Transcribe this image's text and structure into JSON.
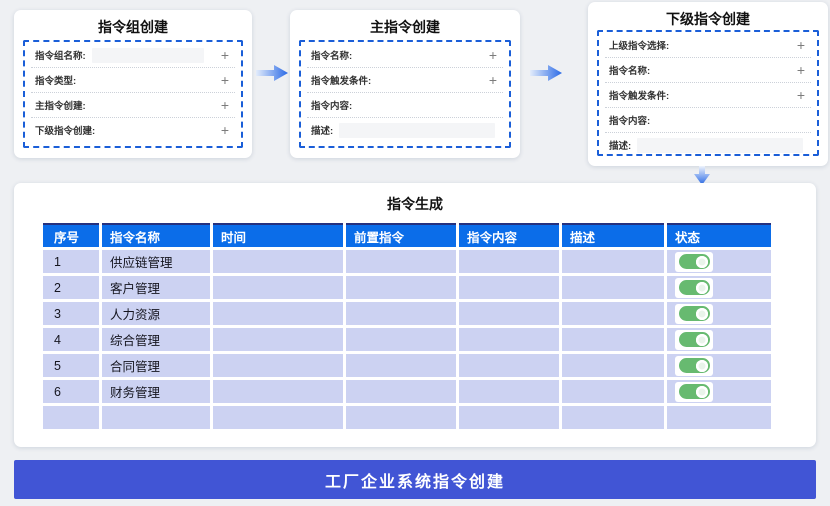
{
  "panels": [
    {
      "title": "指令组创建",
      "fields": [
        {
          "label": "指令组名称:",
          "plus": true,
          "input": "inline"
        },
        {
          "label": "指令类型:",
          "plus": true,
          "input": "none"
        },
        {
          "label": "主指令创建:",
          "plus": true,
          "input": "none"
        },
        {
          "label": "下级指令创建:",
          "plus": true,
          "input": "none"
        }
      ]
    },
    {
      "title": "主指令创建",
      "fields": [
        {
          "label": "指令名称:",
          "plus": true,
          "input": "none"
        },
        {
          "label": "指令触发条件:",
          "plus": true,
          "input": "none"
        },
        {
          "label": "指令内容:",
          "plus": false,
          "input": "none"
        },
        {
          "label": "描述:",
          "plus": false,
          "input": "fill"
        }
      ]
    },
    {
      "title": "下级指令创建",
      "fields": [
        {
          "label": "上级指令选择:",
          "plus": true,
          "input": "none"
        },
        {
          "label": "指令名称:",
          "plus": true,
          "input": "none"
        },
        {
          "label": "指令触发条件:",
          "plus": true,
          "input": "none"
        },
        {
          "label": "指令内容:",
          "plus": false,
          "input": "none"
        },
        {
          "label": "描述:",
          "plus": false,
          "input": "fill"
        }
      ]
    }
  ],
  "plus_glyph": "+",
  "generation": {
    "title": "指令生成",
    "columns": [
      "序号",
      "指令名称",
      "时间",
      "前置指令",
      "指令内容",
      "描述",
      "状态"
    ],
    "rows": [
      {
        "no": "1",
        "name": "供应链管理",
        "time": "",
        "pre_cmd": "",
        "content": "",
        "desc": "",
        "toggle": "on"
      },
      {
        "no": "2",
        "name": "客户管理",
        "time": "",
        "pre_cmd": "",
        "content": "",
        "desc": "",
        "toggle": "on"
      },
      {
        "no": "3",
        "name": "人力资源",
        "time": "",
        "pre_cmd": "",
        "content": "",
        "desc": "",
        "toggle": "on"
      },
      {
        "no": "4",
        "name": "综合管理",
        "time": "",
        "pre_cmd": "",
        "content": "",
        "desc": "",
        "toggle": "on"
      },
      {
        "no": "5",
        "name": "合同管理",
        "time": "",
        "pre_cmd": "",
        "content": "",
        "desc": "",
        "toggle": "on"
      },
      {
        "no": "6",
        "name": "财务管理",
        "time": "",
        "pre_cmd": "",
        "content": "",
        "desc": "",
        "toggle": "on"
      },
      {
        "no": "",
        "name": "",
        "time": "",
        "pre_cmd": "",
        "content": "",
        "desc": "",
        "toggle": "none"
      }
    ]
  },
  "banner": {
    "label": "工厂企业系统指令创建"
  },
  "colors": {
    "header_blue": "#0b6de9",
    "row_lavender": "#ccd2f2",
    "banner_blue": "#4155d5",
    "toggle_green": "#67ba70",
    "dashed_border": "#1a5ed8"
  }
}
